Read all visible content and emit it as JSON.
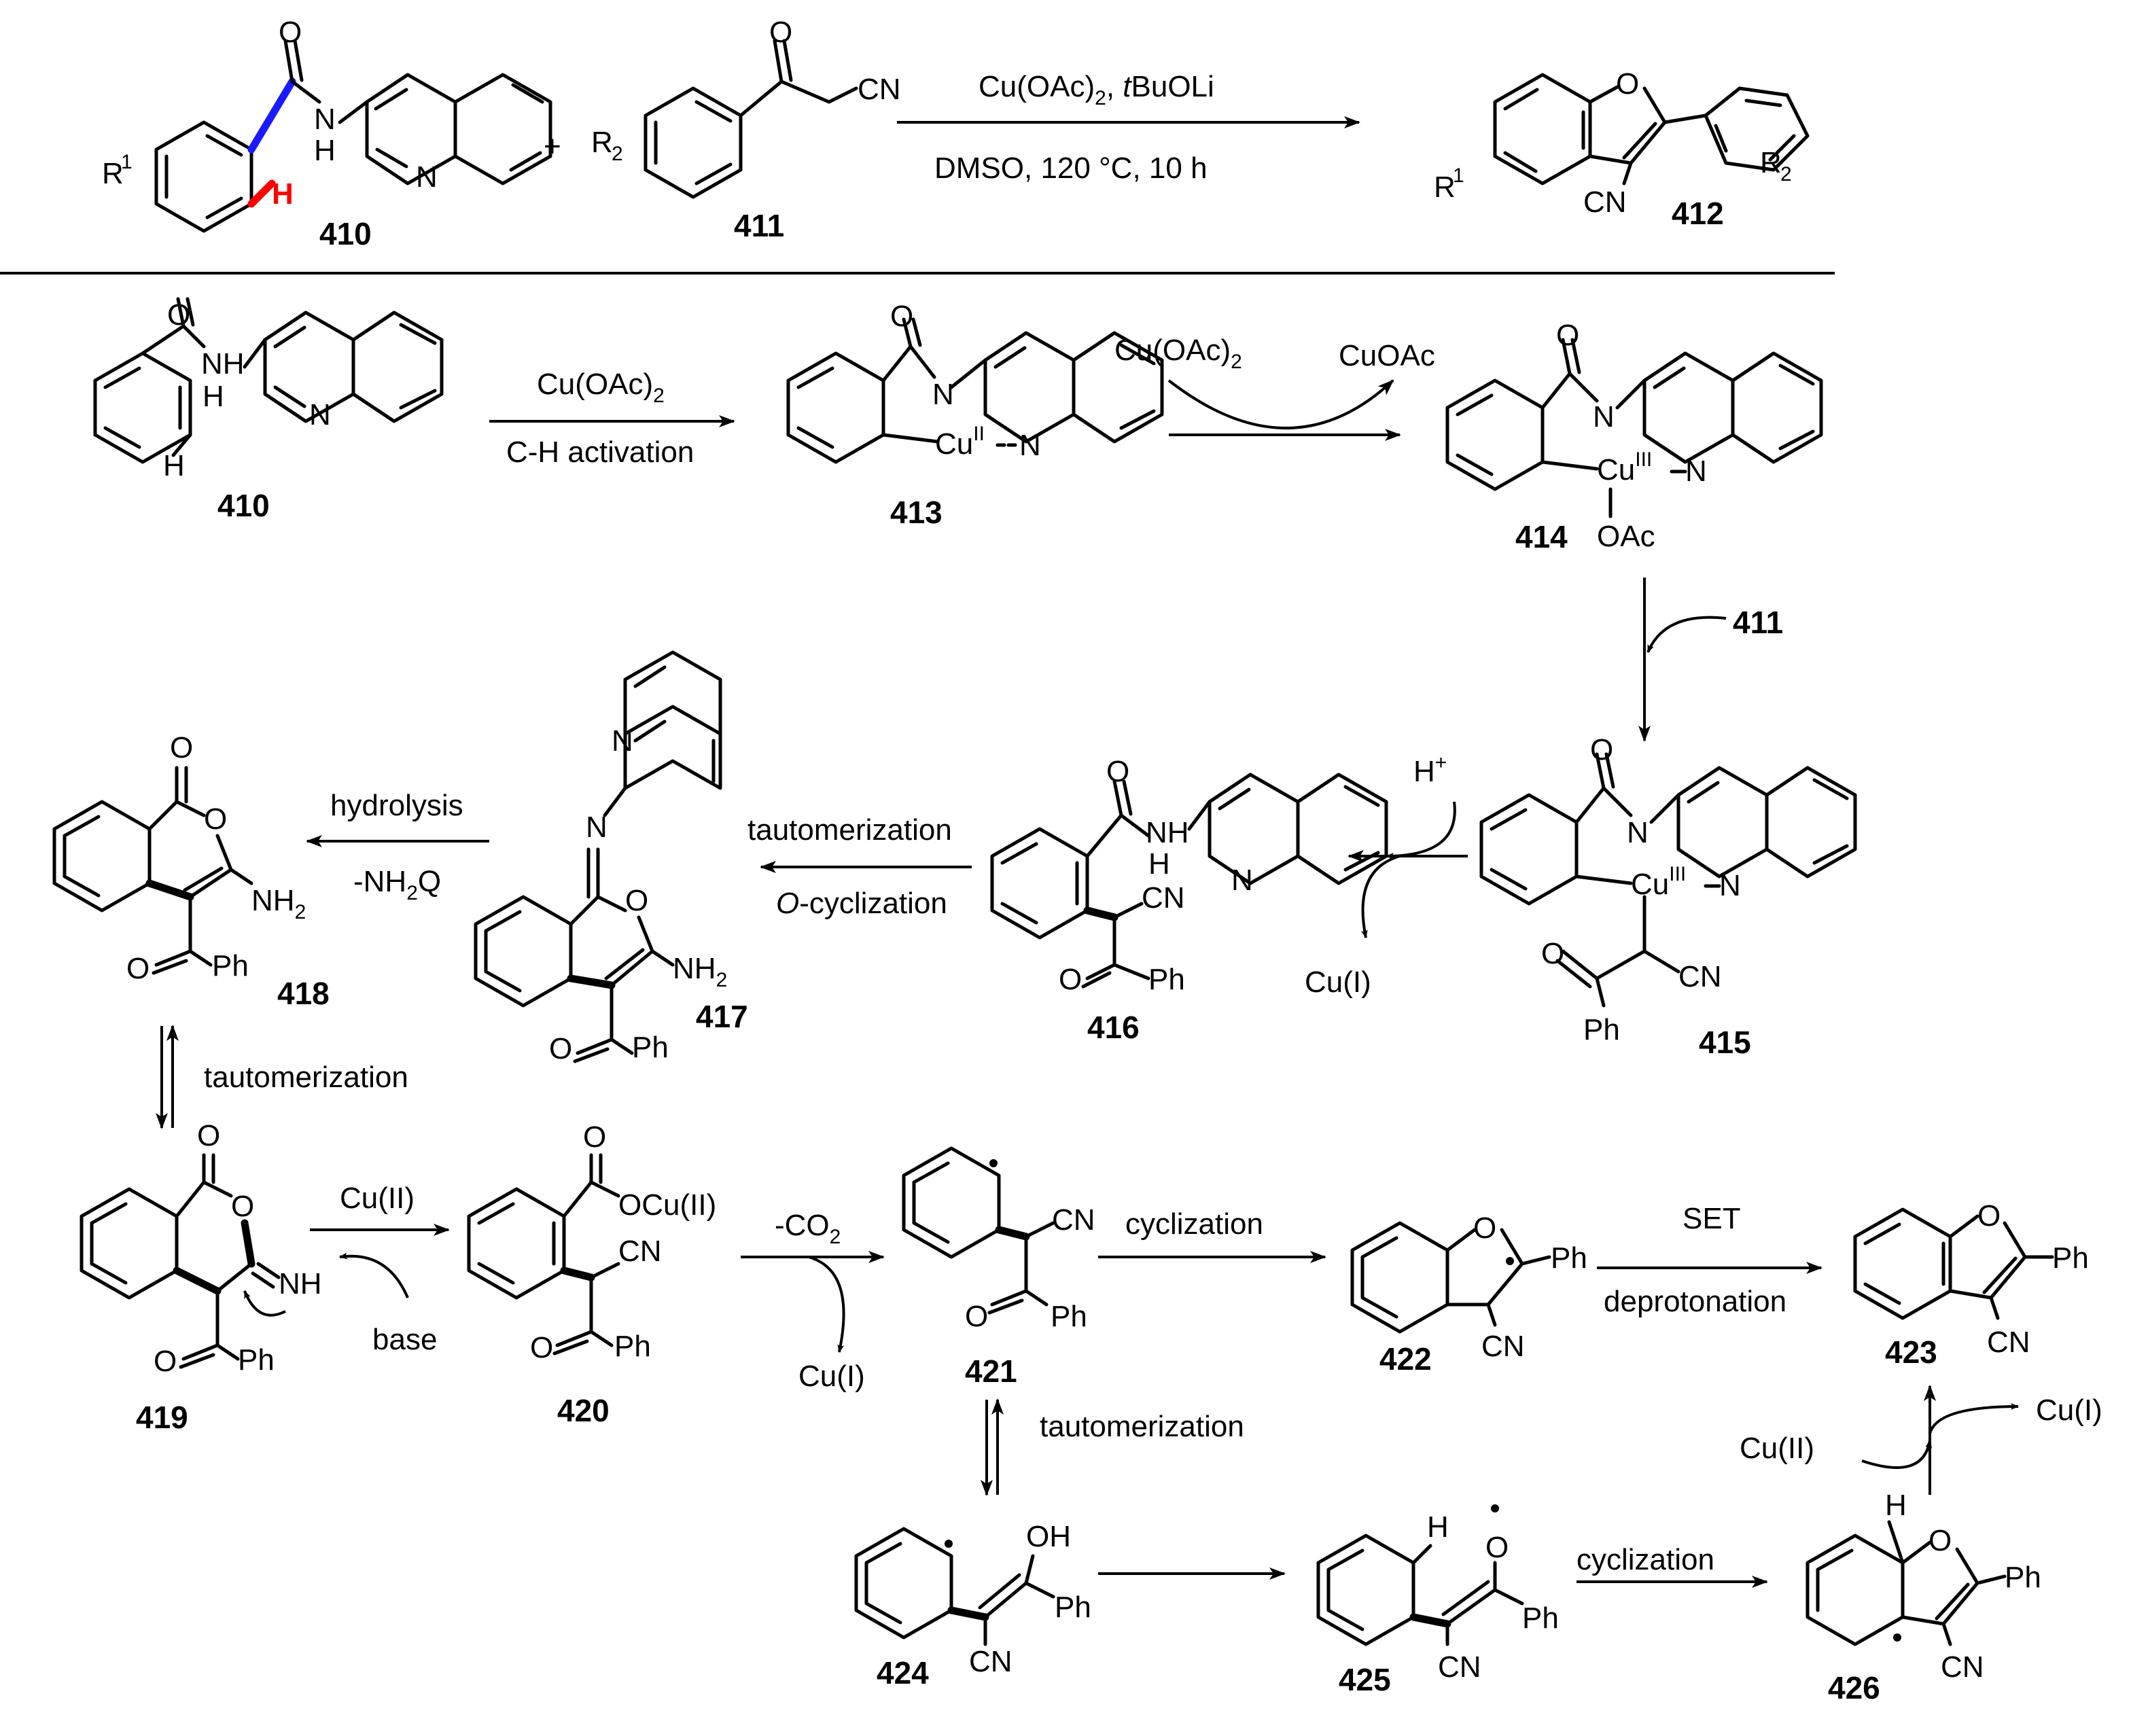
{
  "colors": {
    "highlight_bond": "#1a1aff",
    "highlight_h": "#ff0000",
    "ink": "#000000"
  },
  "labels": {
    "c410": "410",
    "c411": "411",
    "c412": "412",
    "c413": "413",
    "c414": "414",
    "c415": "415",
    "c416": "416",
    "c417": "417",
    "c418": "418",
    "c419": "419",
    "c420": "420",
    "c421": "421",
    "c422": "422",
    "c423": "423",
    "c424": "424",
    "c425": "425",
    "c426": "426",
    "c411_reagent": "411"
  },
  "atoms": {
    "R1": "R",
    "sup1": "1",
    "R2": "R",
    "sub2": "2",
    "H": "H",
    "N": "N",
    "O": "O",
    "NH": "NH",
    "HN": "H",
    "CN": "CN",
    "plus": "+",
    "Ph": "Ph",
    "OH": "OH",
    "OAc": "OAc",
    "Cu": "Cu",
    "II": "II",
    "III": "III",
    "NH2": "NH",
    "OCu": "OCu(II)",
    "NHimine": "NH",
    "Hplus": "H",
    "plus_sup": "+"
  },
  "conditions": {
    "top_1a": "Cu(OAc)",
    "top_1b": "2",
    "top_1c": ", ",
    "top_1d": "t",
    "top_1e": "BuOLi",
    "top_2": "DMSO, 120  °C, 10 h",
    "step1_a": "Cu(OAc)",
    "step1_b": "2",
    "step1_c": "C-H activation",
    "step2_a": "Cu(OAc)",
    "step2_b": "2",
    "step2_c": "CuOAc",
    "step3": "H",
    "cu_i": "Cu(I)",
    "taut_1": "tautomerization",
    "ocyc_a": "O",
    "ocyc_b": "-cyclization",
    "hydrolysis": "hydrolysis",
    "nh2q_a": "-NH",
    "nh2q_b": "2",
    "nh2q_c": "Q",
    "taut_2": "tautomerization",
    "cu_ii": "Cu(II)",
    "base": "base",
    "co2_a": "-CO",
    "co2_b": "2",
    "cyclization": "cyclization",
    "set": "SET",
    "deprot": "deprotonation",
    "taut_3": "tautomerization"
  }
}
